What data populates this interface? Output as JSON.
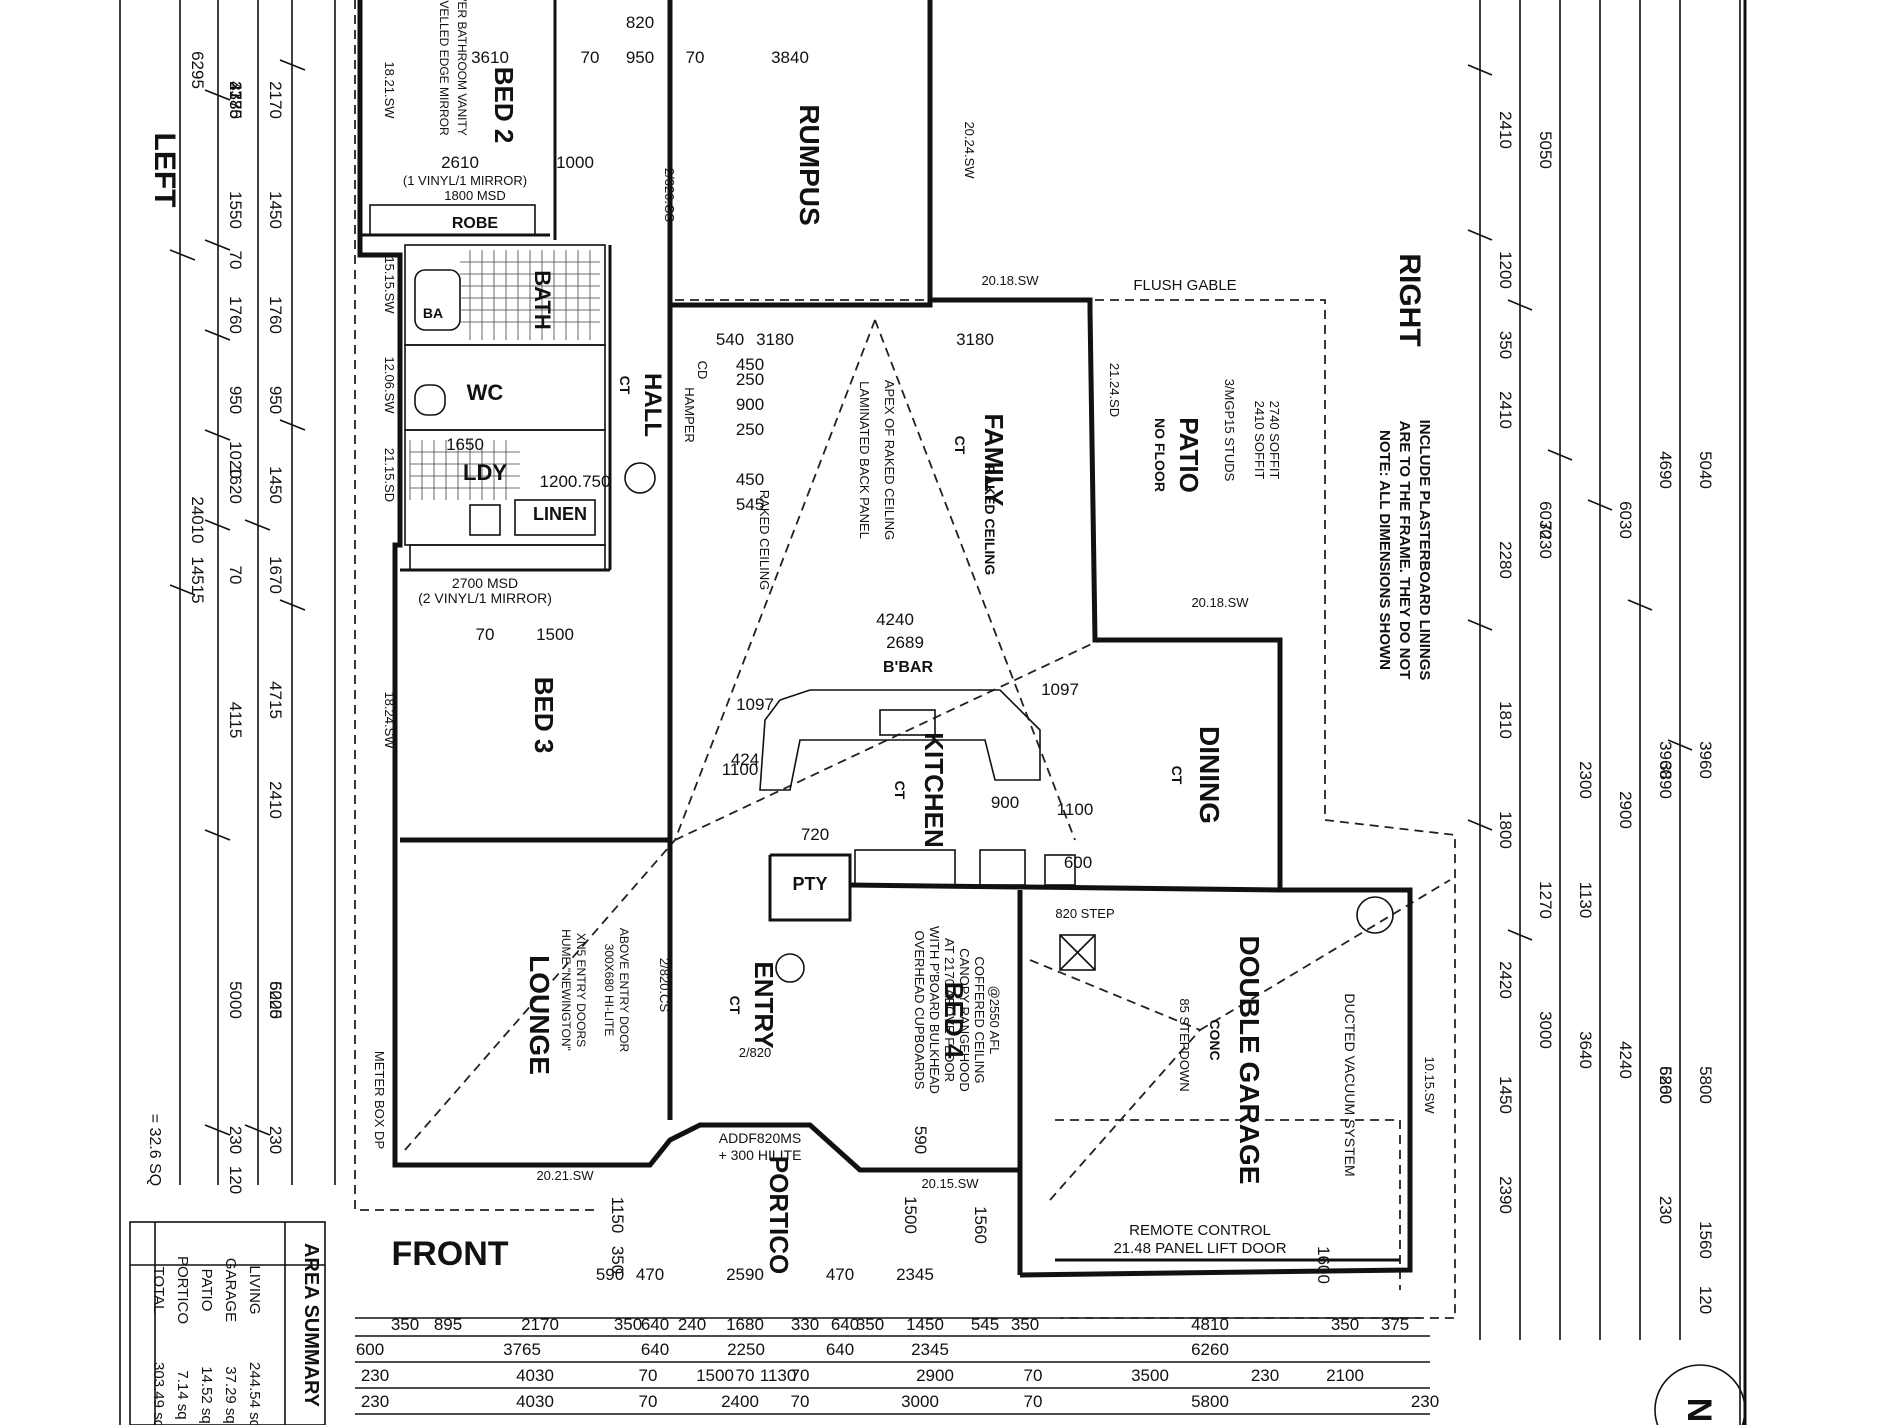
{
  "orientation": {
    "left": "LEFT",
    "right": "RIGHT",
    "front": "FRONT"
  },
  "rooms": {
    "bed2": "BED 2",
    "rumpus": "RUMPUS",
    "hall": "HALL",
    "hall_floor": "CT",
    "bath": "BATH",
    "ba": "BA",
    "wc": "WC",
    "ldy": "LDY",
    "linen": "LINEN",
    "robe": "ROBE",
    "family": "FAMILY",
    "family_floor": "CT",
    "family_ceiling": "RAKED CEILING",
    "patio": "PATIO",
    "patio_floor": "NO FLOOR",
    "bed3": "BED 3",
    "kitchen": "KITCHEN",
    "kitchen_floor": "CT",
    "dining": "DINING",
    "dining_floor": "CT",
    "lounge": "LOUNGE",
    "entry": "ENTRY",
    "entry_floor": "CT",
    "bed4": "BED 4",
    "double_garage": "DOUBLE GARAGE",
    "garage_floor": "CONC",
    "portico": "PORTICO",
    "pty": "PTY",
    "bbar": "B'BAR"
  },
  "notes": {
    "main_note": [
      "NOTE: ALL DIMENSIONS SHOWN",
      "ARE TO THE FRAME. THEY DO NOT",
      "INCLUDE PLASTERBOARD LININGS"
    ],
    "flush_gable": "FLUSH GABLE",
    "ducted": "DUCTED VACUUM SYSTEM",
    "remote": "REMOTE CONTROL",
    "panel_door": "21.48 PANEL LIFT DOOR",
    "stepdown": "85 STEPDOWN",
    "meter": "METER BOX DP",
    "apex": "APEX OF RAKED CEILING",
    "laminated": "LAMINATED BACK PANEL",
    "raked_left": "RAKED CEILING",
    "canopy": "CANOPY RANGEHOOD",
    "overhead": "OVERHEAD CUPBOARDS",
    "bulkhead": "WITH P'BOARD BULKHEAD",
    "at2170": "AT 2170 ABOVE FLOOR",
    "coffered": "COFFERED CEILING",
    "coffered2": "@2550 AFL",
    "hume": "HUME \"NEWINGTON\"",
    "hume2": "XN5 ENTRY DOORS",
    "hilite": "300X680 HI-LITE",
    "hilite2": "ABOVE ENTRY DOOR",
    "addf": "ADDF820MS",
    "addf2": "+ 300 HILITE",
    "msd1": "2700 MSD",
    "msd1b": "(2 VINYL/1 MIRROR)",
    "msd2": "1800 MSD",
    "msd2b": "(1 VINYL/1 MIRROR)",
    "bevelled": "BEVELLED EDGE MIRROR",
    "vanity": "OVER BATHROOM VANITY",
    "soffit1": "2410 SOFFIT",
    "soffit2": "2740 SOFFIT",
    "studs": "3/MGP15 STUDS",
    "step": "820 STEP",
    "hamper": "HAMPER",
    "cd": "CD"
  },
  "openings": [
    "20.18.SW",
    "20.24.SW",
    "21.24.SD",
    "20.18.SW",
    "18.24.SW",
    "20.21.SW",
    "20.15.SW",
    "10.15.SW",
    "15.15.SW",
    "12.06.SW",
    "21.15.SD",
    "18.21.SW",
    "2/820.CS",
    "2/820.CS",
    "2/820"
  ],
  "dims_top": [
    "820",
    "3610",
    "70",
    "950",
    "70",
    "3840",
    "2610",
    "1000",
    "1650",
    "1200.750",
    "70",
    "1500",
    "4240",
    "2689",
    "3180",
    "3180",
    "900",
    "1097",
    "1097",
    "1100",
    "424",
    "1100",
    "720",
    "600",
    "540",
    "450",
    "250",
    "900",
    "250",
    "450",
    "545"
  ],
  "dims_left_outer": [
    "6295",
    "24010",
    "14515"
  ],
  "dims_left_a": [
    "3785",
    "4385",
    "2170",
    "70",
    "1550",
    "1760",
    "950",
    "1020",
    "1620",
    "70",
    "4115",
    "5000",
    "230",
    "120"
  ],
  "dims_left_b": [
    "2170",
    "1450",
    "1760",
    "950",
    "1450",
    "1670",
    "4715",
    "2410",
    "6225",
    "5000",
    "230"
  ],
  "dims_right": [
    "5050",
    "2410",
    "1200",
    "350",
    "2410",
    "2280",
    "1810",
    "1800",
    "1270",
    "2420",
    "1450",
    "2390",
    "5040",
    "4690",
    "6030",
    "6030",
    "7230",
    "2300",
    "2900",
    "3890",
    "3960",
    "3960",
    "1130",
    "3000",
    "3640",
    "4240",
    "5800",
    "5800",
    "6260",
    "1560",
    "230",
    "120"
  ],
  "dims_bottom_1": [
    "350",
    "895",
    "2170",
    "350",
    "640",
    "240",
    "1680",
    "330",
    "640",
    "350",
    "1450",
    "545",
    "350",
    "4810",
    "350",
    "375"
  ],
  "dims_bottom_2": [
    "600",
    "3765",
    "640",
    "2250",
    "640",
    "2345",
    "6260"
  ],
  "dims_bottom_3": [
    "230",
    "4030",
    "70",
    "1500",
    "70",
    "1130",
    "70",
    "2900",
    "70",
    "3500",
    "230",
    "2100"
  ],
  "dims_bottom_4": [
    "230",
    "4030",
    "70",
    "2400",
    "70",
    "3000",
    "70",
    "5800",
    "230"
  ],
  "dims_front": [
    "590",
    "470",
    "2590",
    "470",
    "2345",
    "1150",
    "350",
    "1500",
    "1560",
    "1600",
    "590"
  ],
  "area_summary": {
    "title": "AREA SUMMARY",
    "rows": [
      {
        "label": "LIVING",
        "value": "244.54 sq"
      },
      {
        "label": "GARAGE",
        "value": "37.29 sq"
      },
      {
        "label": "PATIO",
        "value": "14.52 sq"
      },
      {
        "label": "PORTICO",
        "value": "7.14 sq"
      },
      {
        "label": "TOTAL",
        "value": "303.49 sq"
      }
    ],
    "squares": "= 32.6 SQ"
  },
  "north": "N"
}
